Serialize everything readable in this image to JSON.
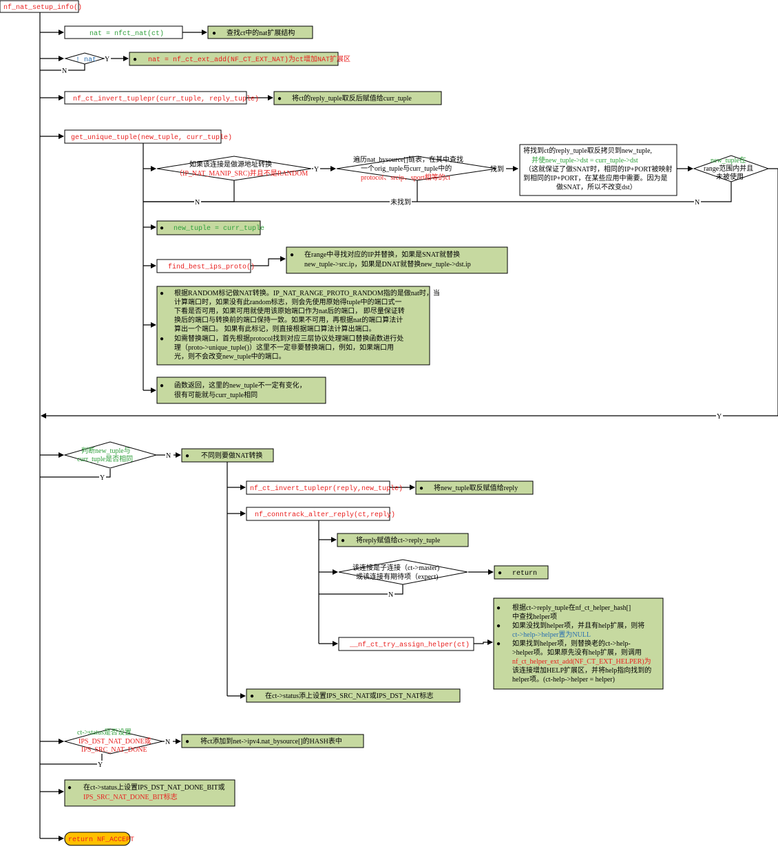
{
  "nodes": {
    "root": "nf_nat_setup_info()",
    "nat_assign": "nat = nfct_nat(ct)",
    "nat_assign_note": "查找ct中的nat扩展结构",
    "nat_check": "! nat",
    "ext_add_note": "nat = nf_ct_ext_add(NF_CT_EXT_NAT)为ct增加NAT扩展区",
    "invert1": "nf_ct_invert_tuplepr(curr_tuple, reply_tuple)",
    "invert1_note": "将ct的reply_tuple取反后赋值给curr_tuple",
    "get_unique": "get_unique_tuple(new_tuple, curr_tuple)",
    "cond_src_l1": "如果该连接是做源地址转换",
    "cond_src_l2": "（IP_NAT_MANIP_SRC)并且不是RANDOM",
    "bysource_l1": "遍历nat_bysource[]链表，在其中查找",
    "bysource_l2": "一个orig_tuple与curr_tuple中的",
    "bysource_l3": "protocol、srcip、sport相等的ct",
    "found_l1": "将找到ct的reply_tuple取反拷贝到new_tuple,",
    "found_l2": "并使new_tuple->dst = curr_tuple->dst",
    "found_l3": "（这就保证了做SNAT时，相同的IP+PORT被映射",
    "found_l4": "到相同的IP+PORT，在某些应用中需要。因为是",
    "found_l5": "做SNAT，所以不改变dst）",
    "inrange_l1": "new_tuple在",
    "inrange_l2": "range范围内并且",
    "inrange_l3": "未被使用",
    "copy_note": "new_tuple = curr_tuple",
    "find_best": "find_best_ips_proto()",
    "find_best_note_l1": "在range中寻找对应的IP并替换，如果是SNAT就替换",
    "find_best_note_l2": "new_tuple->src.ip，如果是DNAT就替换new_tuple->dst.ip",
    "random_note": [
      "根据RANDOM标记做NAT转换。IP_NAT_RANGE_PROTO_RANDOM指的是做nat时，当",
      "计算端口时，如果没有此random标志，则会先使用原始得tuple中的端口式一",
      "下看是否可用，如果可用就使用该原始端口作为nat后的端口，  即尽量保证转",
      "换后的端口与转换前的端口保持一致。如果不可用，再根据nat的端口算法计",
      "算出一个端口。  如果有此标记，则直接根据端口算法计算出端口。",
      "如需替换端口，首先根据protocol找到对应三层协议处理端口替换函数进行处",
      "理（proto->unique_tuple()）这里不一定非要替换端口，例如，如果端口用",
      "光，则不会改变new_tuple中的端口。"
    ],
    "return_note_l1": "函数返回，这里的new_tuple不一定有变化，",
    "return_note_l2": "很有可能就与curr_tuple相同",
    "cmp_l1": "判断new_tuple与",
    "cmp_l2": "curr_tuple是否相同",
    "diff_note": "不同则要做NAT转换",
    "invert2": "nf_ct_invert_tuplepr(reply,new_tuple)",
    "invert2_note": "将new_tuple取反赋值给reply",
    "alter_reply": "nf_conntrack_alter_reply(ct,reply)",
    "assign_reply_note": "将reply赋值给ct->reply_tuple",
    "child_l1": "该连接是子连接（ct->master)",
    "child_l2": "或该连接有期待项（expect)",
    "return_label": "return",
    "try_assign": "__nf_ct_try_assign_helper(ct)",
    "helper_note": [
      "根据ct->reply_tuple在nf_ct_helper_hash[]",
      "中查找helper项",
      "如果没找到helper项，并且有help扩展，则将",
      "ct->help->helper置为NULL",
      "如果找到helper项，则替换老的ct->help-",
      ">helper项。如果原先没有help扩展，则调用",
      "nf_ct_helper_ext_add(NF_CT_EXT_HELPER)为",
      "该连接增加HELP扩展区，并将help指向找到的",
      "helper项。(ct-help->helper = helper)"
    ],
    "set_status_note": "在ct->status添上设置IPS_SRC_NAT或IPS_DST_NAT标志",
    "status_chk_l1": "ct->status是否设置",
    "status_chk_l2": "IPS_DST_NAT_DONE或",
    "status_chk_l3": "IPS_SRC_NAT_DONE",
    "bysource_add_note": "将ct添加到net->ipv4.nat_bysource[]的HASH表中",
    "done_note_l1": "在ct->status上设置IPS_DST_NAT_DONE_BIT或",
    "done_note_l2": "IPS_SRC_NAT_DONE_BIT标志",
    "final_return": "return NF_ACCEPT"
  },
  "edge_labels": {
    "yes": "Y",
    "no": "N",
    "found": "找到",
    "not_found": "未找到"
  },
  "colors": {
    "note_fill": "#c6d9a0",
    "accent_red": "#e8201f",
    "accent_green": "#2e9e3a",
    "return_fill": "#ffc000"
  }
}
